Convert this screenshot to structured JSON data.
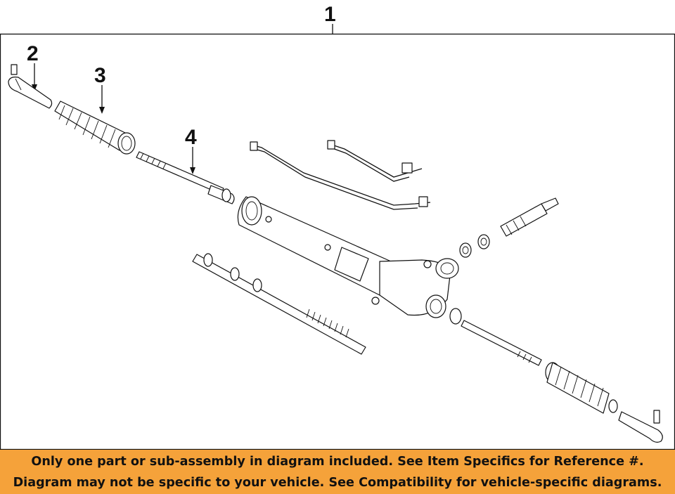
{
  "diagram": {
    "callouts": [
      {
        "id": "1",
        "label": "1"
      },
      {
        "id": "2",
        "label": "2"
      },
      {
        "id": "3",
        "label": "3"
      },
      {
        "id": "4",
        "label": "4"
      }
    ]
  },
  "footer": {
    "line1": "Only one part or sub-assembly in diagram included. See Item Specifics for Reference #.",
    "line2": "Diagram may not be specific to your vehicle. See Compatibility for vehicle-specific diagrams."
  },
  "colors": {
    "footer_background": "#f5a23a",
    "line": "#111111"
  }
}
